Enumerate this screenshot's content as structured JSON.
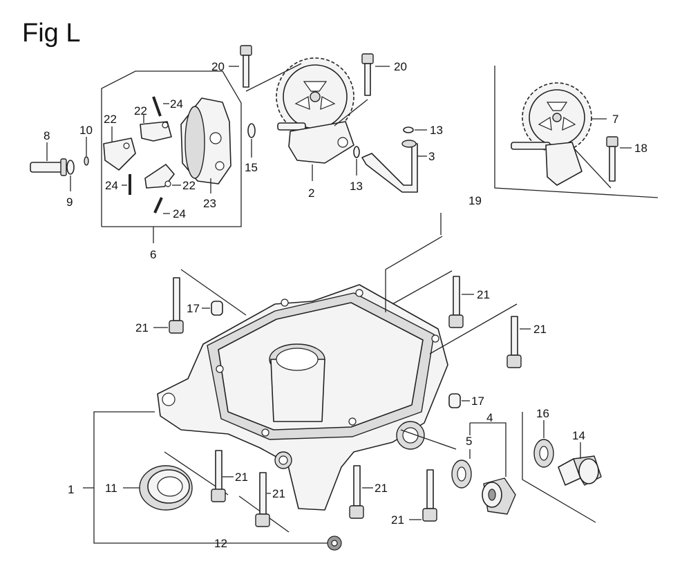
{
  "figure": {
    "title": "Fig L"
  },
  "callouts": [
    {
      "id": "c1",
      "text": "1"
    },
    {
      "id": "c2",
      "text": "2"
    },
    {
      "id": "c3",
      "text": "3"
    },
    {
      "id": "c4",
      "text": "4"
    },
    {
      "id": "c5",
      "text": "5"
    },
    {
      "id": "c6",
      "text": "6"
    },
    {
      "id": "c7",
      "text": "7"
    },
    {
      "id": "c8",
      "text": "8"
    },
    {
      "id": "c9",
      "text": "9"
    },
    {
      "id": "c10",
      "text": "10"
    },
    {
      "id": "c11",
      "text": "11"
    },
    {
      "id": "c12",
      "text": "12"
    },
    {
      "id": "c13a",
      "text": "13"
    },
    {
      "id": "c13b",
      "text": "13"
    },
    {
      "id": "c14",
      "text": "14"
    },
    {
      "id": "c15",
      "text": "15"
    },
    {
      "id": "c16",
      "text": "16"
    },
    {
      "id": "c17a",
      "text": "17"
    },
    {
      "id": "c17b",
      "text": "17"
    },
    {
      "id": "c18",
      "text": "18"
    },
    {
      "id": "c19",
      "text": "19"
    },
    {
      "id": "c20a",
      "text": "20"
    },
    {
      "id": "c20b",
      "text": "20"
    },
    {
      "id": "c21a",
      "text": "21"
    },
    {
      "id": "c21b",
      "text": "21"
    },
    {
      "id": "c21c",
      "text": "21"
    },
    {
      "id": "c21d",
      "text": "21"
    },
    {
      "id": "c21e",
      "text": "21"
    },
    {
      "id": "c21f",
      "text": "21"
    },
    {
      "id": "c21g",
      "text": "21"
    },
    {
      "id": "c22a",
      "text": "22"
    },
    {
      "id": "c22b",
      "text": "22"
    },
    {
      "id": "c22c",
      "text": "22"
    },
    {
      "id": "c23",
      "text": "23"
    },
    {
      "id": "c24a",
      "text": "24"
    },
    {
      "id": "c24b",
      "text": "24"
    },
    {
      "id": "c24c",
      "text": "24"
    }
  ]
}
